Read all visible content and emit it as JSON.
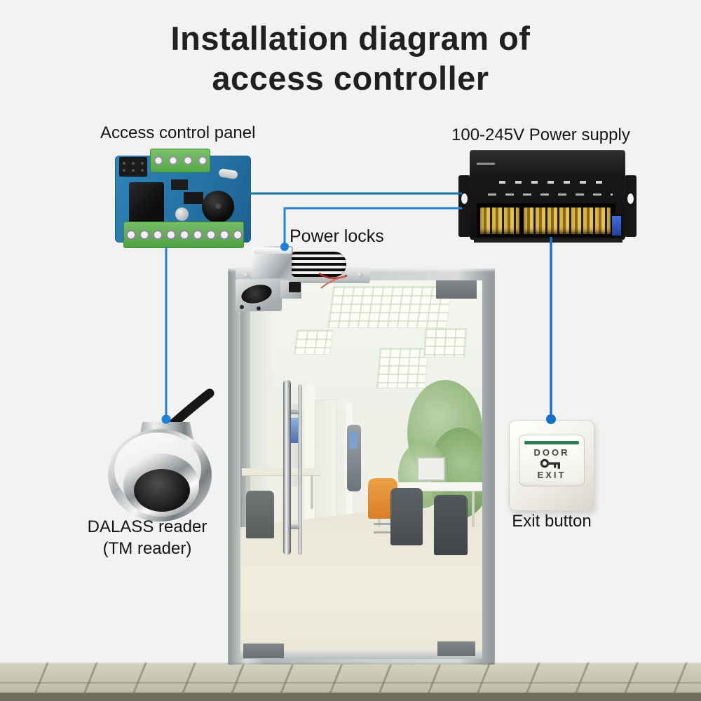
{
  "title": {
    "line1": "Installation diagram of",
    "line2": "access controller"
  },
  "labels": {
    "access_panel": "Access control panel",
    "power_supply": "100-245V Power supply",
    "power_locks": "Power locks",
    "reader_line1": "DALASS reader",
    "reader_line2": "(TM reader)",
    "exit_button": "Exit button"
  },
  "exit_button": {
    "door_text": "DOOR",
    "exit_text": "EXIT",
    "icon": "key-icon",
    "bar_color": "#2c7a57"
  },
  "diagram": {
    "components": [
      {
        "name": "access-control-panel",
        "label": "Access control panel"
      },
      {
        "name": "power-supply",
        "label": "100-245V Power supply",
        "voltage_range": "100-245V"
      },
      {
        "name": "power-lock",
        "label": "Power locks"
      },
      {
        "name": "tm-reader",
        "label": "DALASS reader (TM reader)"
      },
      {
        "name": "exit-button",
        "label": "Exit button"
      },
      {
        "name": "glass-door",
        "label": ""
      }
    ],
    "connections": [
      {
        "from": "access-control-panel",
        "to": "power-supply"
      },
      {
        "from": "power-supply",
        "to": "power-lock"
      },
      {
        "from": "access-control-panel",
        "to": "tm-reader"
      },
      {
        "from": "power-supply",
        "to": "exit-button"
      }
    ]
  },
  "colors": {
    "background": "#f2f2f2",
    "title_text": "#202020",
    "label_text": "#151515",
    "wire_teal": "#17749e",
    "wire_blue": "#2181d8",
    "wire_dot": "#1f80d8",
    "pcb_blue": "#2a7cb0",
    "terminal_green": "#58b24e",
    "psu_black": "#181818",
    "terminal_brass": "#d8b148",
    "exit_green_bar": "#2c7a57",
    "floor_tile": "#c7c3b1"
  }
}
